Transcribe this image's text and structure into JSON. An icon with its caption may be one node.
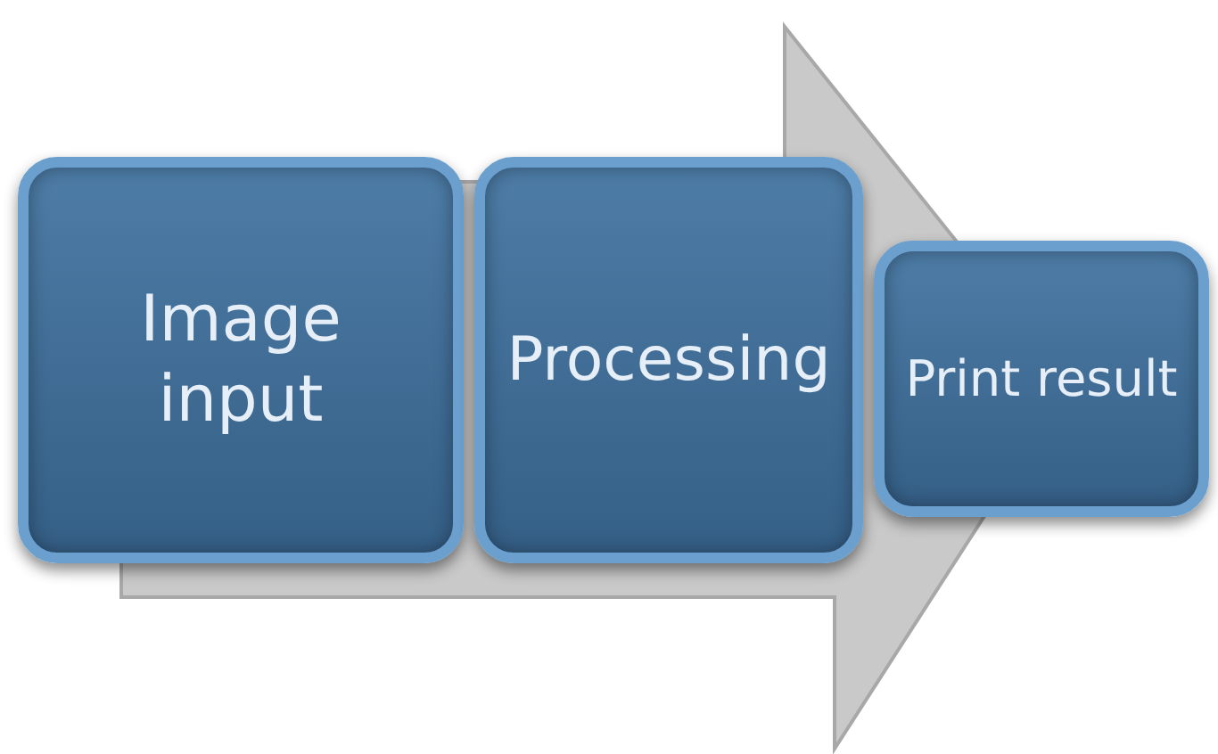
{
  "diagram": {
    "nodes": [
      {
        "text": [
          "Image input"
        ]
      },
      {
        "text": [
          "Processing"
        ]
      },
      {
        "text": [
          "Print result"
        ]
      }
    ],
    "edges": [
      {
        "from": 0,
        "to": 2,
        "arrow": "to"
      }
    ]
  }
}
